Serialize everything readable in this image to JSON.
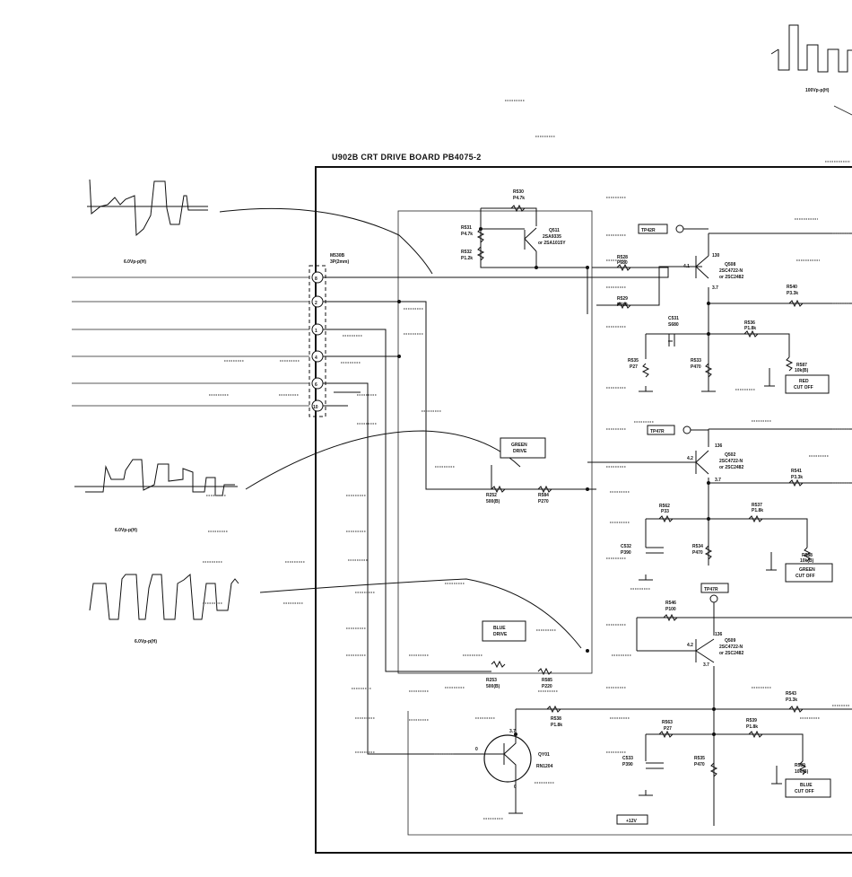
{
  "board": {
    "title": "U902B CRT DRIVE BOARD PB4075-2",
    "connector": {
      "ref": "M530B",
      "note": "3P(2mm)",
      "pins": [
        "8",
        "2",
        "1",
        "4",
        "6",
        "10"
      ]
    }
  },
  "waveforms": [
    {
      "amplitude": "100Vp-p(H)"
    },
    {
      "amplitude": "6.0Vp-p(H)"
    },
    {
      "amplitude": "6.0Vp-p(H)"
    },
    {
      "amplitude": "6.0Vp-p(H)"
    }
  ],
  "test_points": [
    "TP42R",
    "TP47R",
    "TP47R"
  ],
  "transistors": [
    {
      "ref": "Q511",
      "type": "2SA9335",
      "alt": "or 2SA1015Y"
    },
    {
      "ref": "Q508",
      "type": "2SC4722-N",
      "alt": "or 2SC2482"
    },
    {
      "ref": "Q502",
      "type": "2SC4722-N",
      "alt": "or 2SC2482"
    },
    {
      "ref": "Q509",
      "type": "2SC4722-N",
      "alt": "or 2SC2482"
    },
    {
      "ref": "QY01",
      "type": "RN1204",
      "alt": ""
    }
  ],
  "resistors": {
    "r530": {
      "ref": "R530",
      "value": "P4.7k"
    },
    "r531": {
      "ref": "R531",
      "value": "P4.7k"
    },
    "r532": {
      "ref": "R532",
      "value": "P1.2k"
    },
    "r528": {
      "ref": "R528",
      "value": "P680"
    },
    "r529": {
      "ref": "R529",
      "value": "P680"
    },
    "r540": {
      "ref": "R540",
      "value": "P3.3k"
    },
    "r536": {
      "ref": "R536",
      "value": "P1.8k"
    },
    "r535": {
      "ref": "R535",
      "value": "P27"
    },
    "r533": {
      "ref": "R533",
      "value": "P470"
    },
    "r587": {
      "ref": "R587",
      "value": "10k(B)"
    },
    "r252": {
      "ref": "R252",
      "value": "500(B)"
    },
    "r584": {
      "ref": "R584",
      "value": "P270"
    },
    "r562": {
      "ref": "R562",
      "value": "P33"
    },
    "r537": {
      "ref": "R537",
      "value": "P1.8k"
    },
    "r541": {
      "ref": "R541",
      "value": "P3.3k"
    },
    "r534": {
      "ref": "R534",
      "value": "P470"
    },
    "r588": {
      "ref": "R588",
      "value": "10k(B)"
    },
    "r546": {
      "ref": "R546",
      "value": "P100"
    },
    "r253": {
      "ref": "R253",
      "value": "500(B)"
    },
    "r585": {
      "ref": "R585",
      "value": "P220"
    },
    "r543": {
      "ref": "R543",
      "value": "P3.3k"
    },
    "r538": {
      "ref": "R538",
      "value": "P1.8k"
    },
    "r539": {
      "ref": "R539",
      "value": "P1.8k"
    },
    "r563": {
      "ref": "R563",
      "value": "P27"
    },
    "r535b": {
      "ref": "R535",
      "value": "P470"
    },
    "r589": {
      "ref": "R589",
      "value": "10k(B)"
    }
  },
  "capacitors": {
    "c531": {
      "ref": "C531",
      "value": "S680"
    },
    "c532": {
      "ref": "C532",
      "value": "P390"
    },
    "c533": {
      "ref": "C533",
      "value": "P390"
    }
  },
  "labels": {
    "green_drive": [
      "GREEN",
      "DRIVE"
    ],
    "blue_drive": [
      "BLUE",
      "DRIVE"
    ],
    "red_cutoff": [
      "RED",
      "CUT OFF"
    ],
    "green_cutoff": [
      "GREEN",
      "CUT OFF"
    ],
    "blue_cutoff": [
      "BLUE",
      "CUT OFF"
    ],
    "supply": "+12V"
  },
  "voltages": [
    "130",
    "4.1",
    "3.7",
    "136",
    "4.2",
    "3.7",
    "136",
    "4.2",
    "3.7",
    "3.7",
    "0",
    "0"
  ]
}
